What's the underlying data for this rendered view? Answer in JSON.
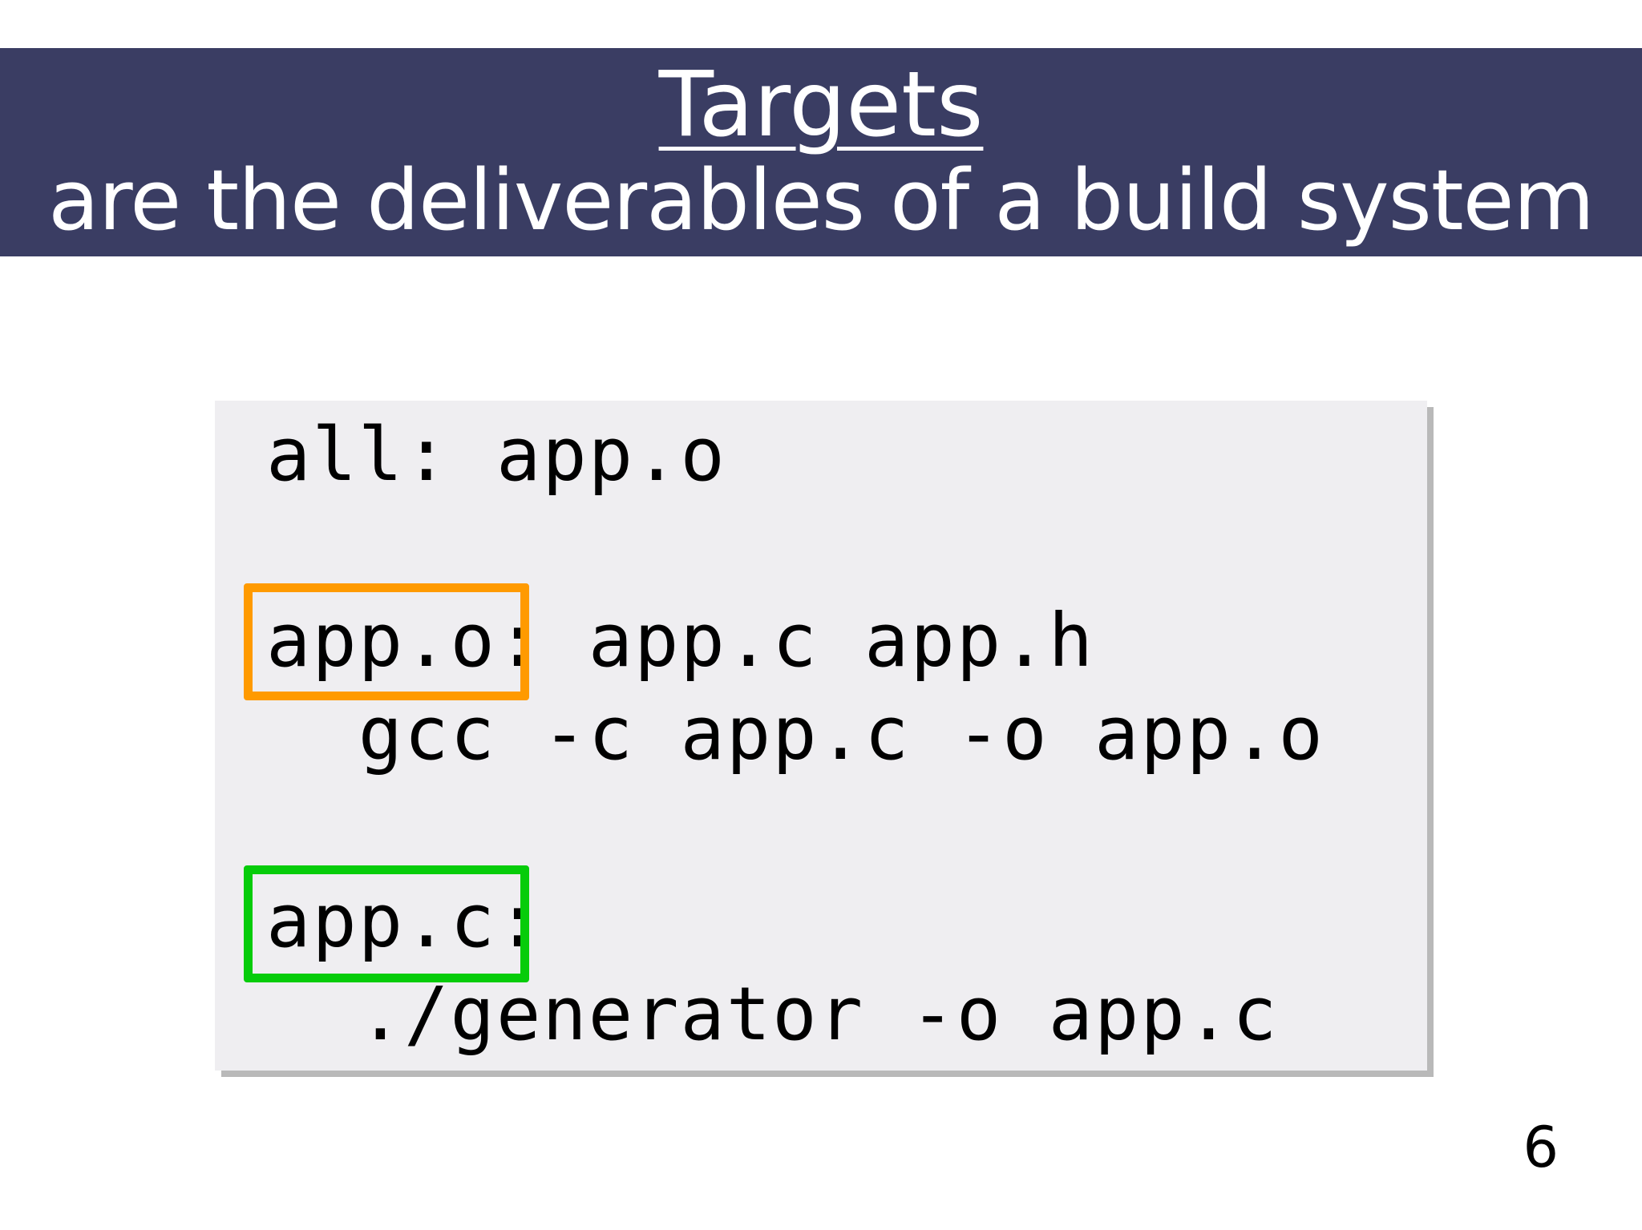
{
  "header": {
    "title": "Targets",
    "subtitle": "are the deliverables of a build system"
  },
  "code": {
    "lines": [
      "all: app.o",
      "",
      "app.o: app.c app.h",
      "  gcc -c app.c -o app.o",
      "",
      "app.c:",
      "  ./generator -o app.c"
    ],
    "highlights": {
      "first": {
        "target": "app.o",
        "color": "#ff9a00"
      },
      "second": {
        "target": "app.c",
        "color": "#06cc0a"
      }
    }
  },
  "page_number": "6"
}
